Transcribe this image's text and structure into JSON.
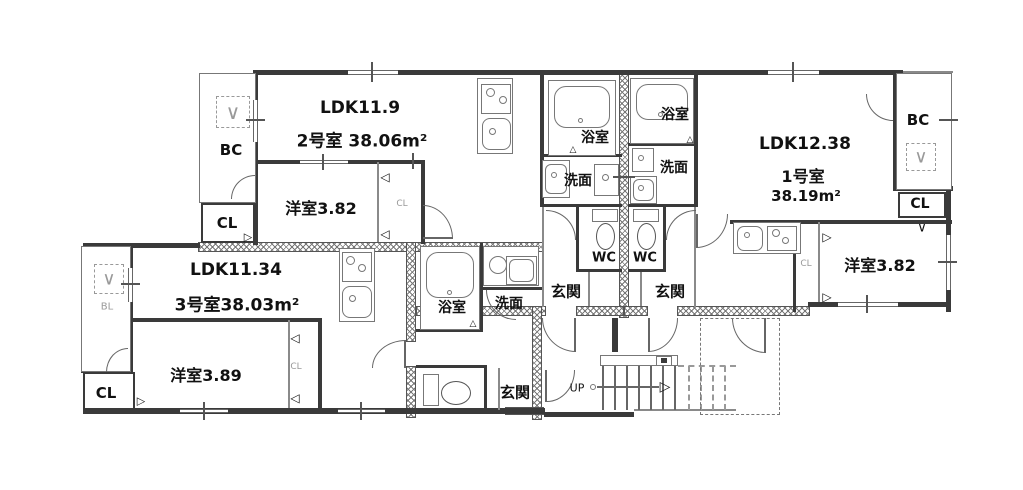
{
  "plan": {
    "units": {
      "unit1": {
        "ldk": "LDK12.38",
        "name": "1号室",
        "area": "38.19m²",
        "bedroom": "洋室3.82",
        "balcony": "BC",
        "closet": "CL",
        "closet_inner": "CL",
        "bath": "浴室",
        "washroom": "洗面",
        "wc": "WC",
        "entrance": "玄関"
      },
      "unit2": {
        "ldk": "LDK11.9",
        "name_area": "2号室 38.06m²",
        "bedroom": "洋室3.82",
        "balcony": "BC",
        "closet": "CL",
        "closet_inner": "CL",
        "bath": "浴室",
        "washroom": "洗面",
        "wc": "WC",
        "entrance": "玄関"
      },
      "unit3": {
        "ldk": "LDK11.34",
        "name_area": "3号室38.03m²",
        "bedroom": "洋室3.89",
        "balcony": "BL",
        "closet": "CL",
        "closet_inner": "CL",
        "bath": "浴室",
        "washroom": "洗面",
        "entrance": "玄関"
      }
    },
    "stairs": {
      "up": "UP"
    },
    "icons": {
      "bifold_left": "◁",
      "bifold_right": "▷",
      "v_open": "∨",
      "fold_door": "△",
      "arrow_head": "▷"
    },
    "colors": {
      "line": "#3a3a3a",
      "text": "#111111",
      "muted": "#999999",
      "background": "#ffffff"
    }
  }
}
